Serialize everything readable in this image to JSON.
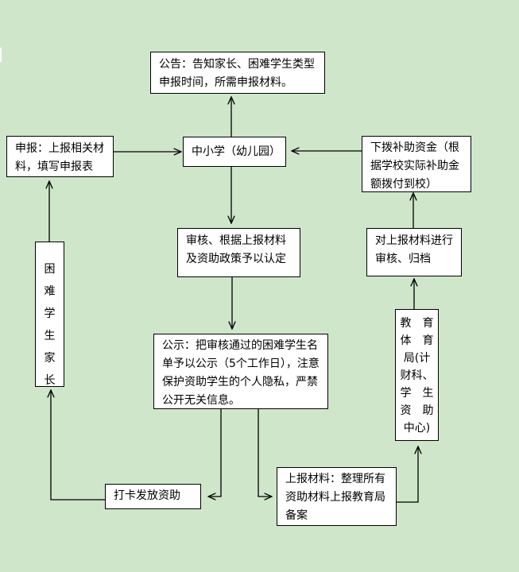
{
  "diagram": {
    "nodes": {
      "announce": "公告：告知家长、困难学生类型申报时间，所需申报材料。",
      "apply": "申报：上报相关材料，填写申报表",
      "school": "中小学（幼儿园）",
      "fund": "下拨补助资金（根据学校实际补助金额拨付到校）",
      "review": "审核、根据上报材料及资助政策予以认定",
      "bureau_review": "对上报材料进行审核、归档",
      "publicize": "公示：把审核通过的困难学生名单予以公示（5个工作日），注意保护资助学生的个人隐私，严禁公开无关信息。",
      "parents_chars": [
        "困",
        "难",
        "学",
        "生",
        "家",
        "长"
      ],
      "bureau_lines": [
        "教　育",
        "体　育",
        "局(计",
        "财科、",
        "学　生",
        "资　助",
        "中心)"
      ],
      "card": "打卡发放资助",
      "report": "上报材料：整理所有资助材料上报教育局备案"
    },
    "edges": [
      {
        "from": "school",
        "to": "announce"
      },
      {
        "from": "apply",
        "to": "school"
      },
      {
        "from": "fund",
        "to": "school"
      },
      {
        "from": "school",
        "to": "review"
      },
      {
        "from": "review",
        "to": "publicize"
      },
      {
        "from": "publicize",
        "to": "card"
      },
      {
        "from": "publicize",
        "to": "report"
      },
      {
        "from": "card",
        "to": "parents"
      },
      {
        "from": "parents",
        "to": "apply"
      },
      {
        "from": "report",
        "to": "bureau"
      },
      {
        "from": "bureau",
        "to": "bureau_review"
      },
      {
        "from": "bureau_review",
        "to": "fund"
      }
    ],
    "colors": {
      "background": "#cfe6cb",
      "box": "#ffffff",
      "line": "#000000"
    }
  }
}
